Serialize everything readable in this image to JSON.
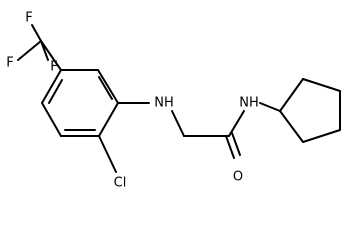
{
  "molecule": {
    "atoms": {
      "f1": "F",
      "f2": "F",
      "f3": "F",
      "nh_amine": "NH",
      "nh_amide": "NH",
      "o": "O",
      "cl": "Cl"
    }
  }
}
